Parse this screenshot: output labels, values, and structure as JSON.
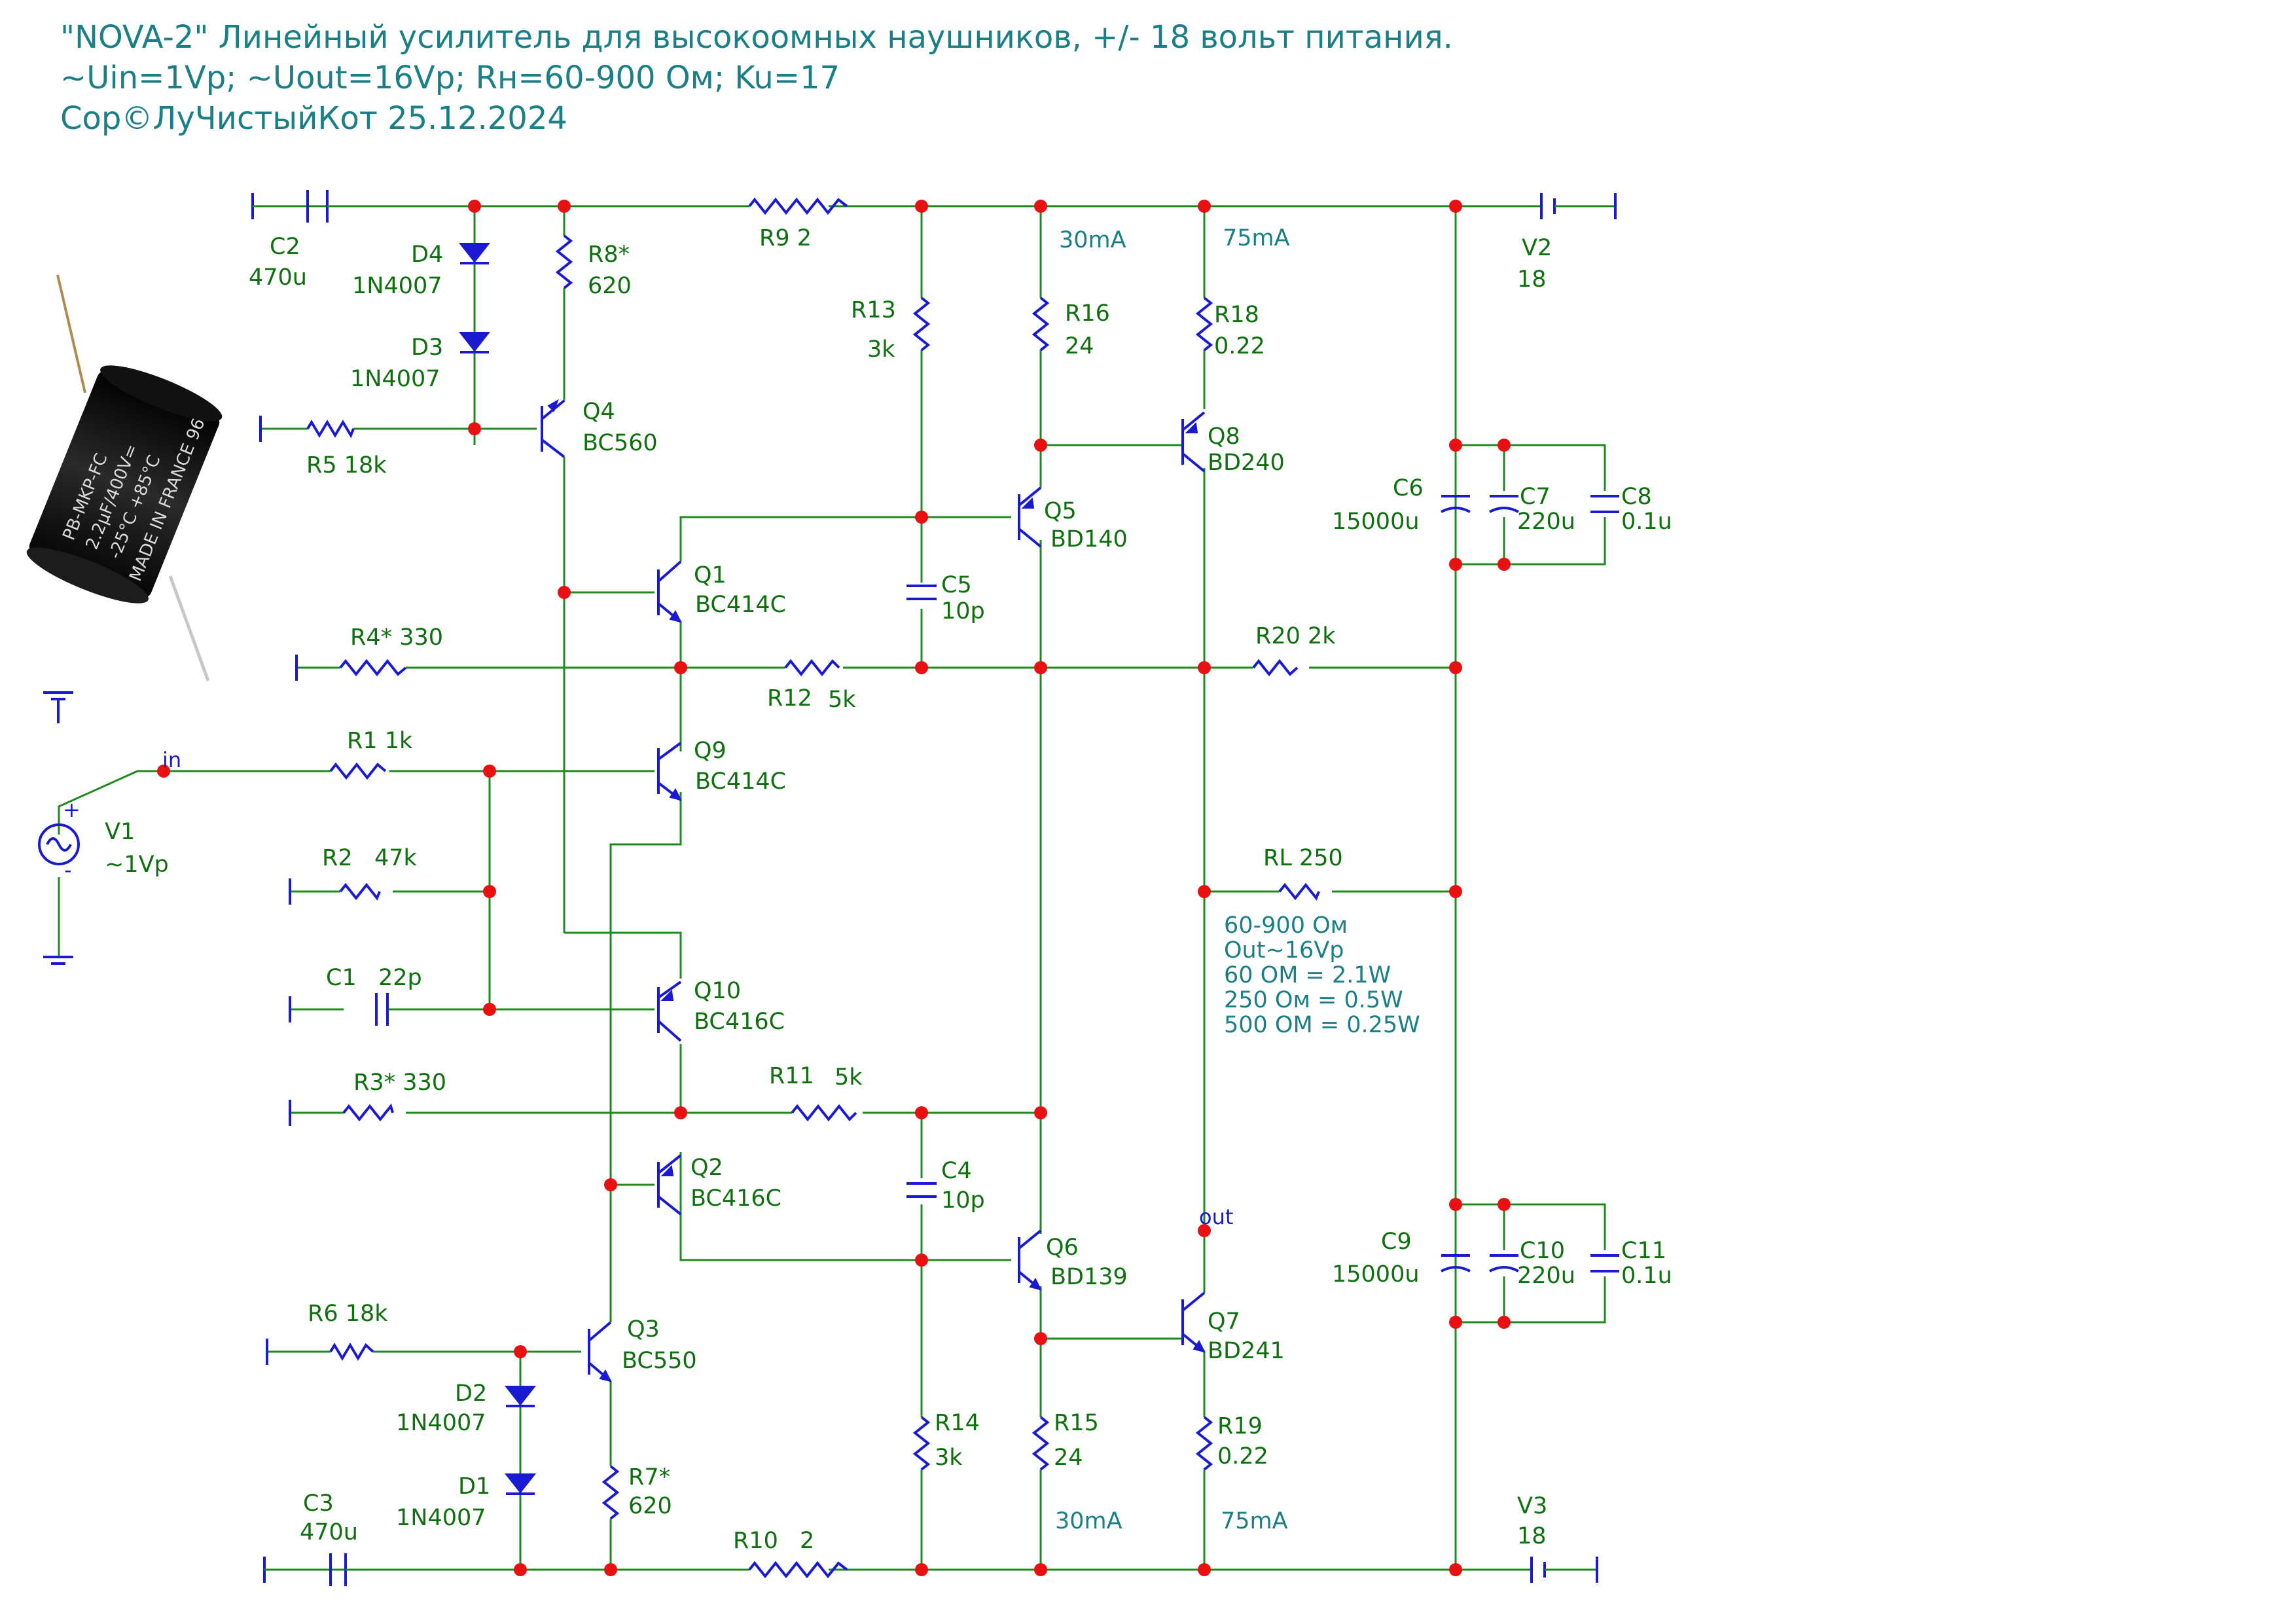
{
  "header": {
    "line1": "\"NOVA-2\" Линейный усилитель для высокоомных наушников, +/- 18 вольт питания.",
    "line2": "~Uin=1Vp; ~Uout=16Vp; Rн=60-900 Ом; Ku=17",
    "line3": "Cop©ЛуЧистыйКот 25.12.2024"
  },
  "photo": {
    "cap_text1": "PB-MKP-FC",
    "cap_text2": "2.2µF/400V=",
    "cap_text3": "-25°C +85°C",
    "cap_text4": "MADE IN FRANCE 96"
  },
  "components": {
    "C2": {
      "ref": "C2",
      "val": "470u"
    },
    "C3": {
      "ref": "C3",
      "val": "470u"
    },
    "D4": {
      "ref": "D4",
      "val": "1N4007"
    },
    "D3": {
      "ref": "D3",
      "val": "1N4007"
    },
    "D2": {
      "ref": "D2",
      "val": "1N4007"
    },
    "D1": {
      "ref": "D1",
      "val": "1N4007"
    },
    "R8": {
      "ref": "R8*",
      "val": "620"
    },
    "R7": {
      "ref": "R7*",
      "val": "620"
    },
    "R9": {
      "label": "R9  2"
    },
    "R10": {
      "ref": "R10",
      "val": "2"
    },
    "R13": {
      "ref": "R13",
      "val": "3k"
    },
    "R14": {
      "ref": "R14",
      "val": "3k"
    },
    "R16": {
      "ref": "R16",
      "val": "24"
    },
    "R15": {
      "ref": "R15",
      "val": "24"
    },
    "R18": {
      "ref": "R18",
      "val": "0.22"
    },
    "R19": {
      "ref": "R19",
      "val": "0.22"
    },
    "R5": {
      "label": "R5  18k"
    },
    "R6": {
      "label": "R6  18k"
    },
    "R4": {
      "label": "R4* 330"
    },
    "R3": {
      "label": "R3* 330"
    },
    "R12": {
      "ref": "R12",
      "val": "5k"
    },
    "R11": {
      "ref": "R11",
      "val": "5k"
    },
    "R20": {
      "label": "R20  2k"
    },
    "R1": {
      "label": "R1 1k"
    },
    "R2": {
      "ref": "R2",
      "val": "47k"
    },
    "C1": {
      "ref": "C1",
      "val": "22p"
    },
    "RL": {
      "label": "RL  250"
    },
    "C5": {
      "ref": "C5",
      "val": "10p"
    },
    "C4": {
      "ref": "C4",
      "val": "10p"
    },
    "C6": {
      "ref": "C6",
      "val": "15000u"
    },
    "C7": {
      "ref": "C7",
      "val": "220u"
    },
    "C8": {
      "ref": "C8",
      "val": "0.1u"
    },
    "C9": {
      "ref": "C9",
      "val": "15000u"
    },
    "C10": {
      "ref": "C10",
      "val": "220u"
    },
    "C11": {
      "ref": "C11",
      "val": "0.1u"
    },
    "Q1": {
      "ref": "Q1",
      "val": "BC414C"
    },
    "Q9": {
      "ref": "Q9",
      "val": "BC414C"
    },
    "Q10": {
      "ref": "Q10",
      "val": "BC416C"
    },
    "Q2": {
      "ref": "Q2",
      "val": "BC416C"
    },
    "Q3": {
      "ref": "Q3",
      "val": "BC550"
    },
    "Q4": {
      "ref": "Q4",
      "val": "BC560"
    },
    "Q5": {
      "ref": "Q5",
      "val": "BD140"
    },
    "Q6": {
      "ref": "Q6",
      "val": "BD139"
    },
    "Q7": {
      "ref": "Q7",
      "val": "BD241"
    },
    "Q8": {
      "ref": "Q8",
      "val": "BD240"
    },
    "V1": {
      "ref": "V1",
      "val": "~1Vp"
    },
    "V2": {
      "ref": "V2",
      "val": "18"
    },
    "V3": {
      "ref": "V3",
      "val": "18"
    }
  },
  "currents": {
    "q5_top": "30mA",
    "q8_top": "75mA",
    "q6_bot": "30mA",
    "q7_bot": "75mA"
  },
  "nets": {
    "in": "in",
    "out": "out"
  },
  "load_note": {
    "l1": "60-900 Ом",
    "l2": "Out~16Vp",
    "l3": "60 OM = 2.1W",
    "l4": "250 Ом = 0.5W",
    "l5": "500 OM = 0.25W"
  },
  "colors": {
    "wire": "#1f8a1f",
    "component": "#1a1ad0",
    "junction": "#e81010",
    "header_text": "#1a7f86",
    "label_text": "#107010"
  }
}
